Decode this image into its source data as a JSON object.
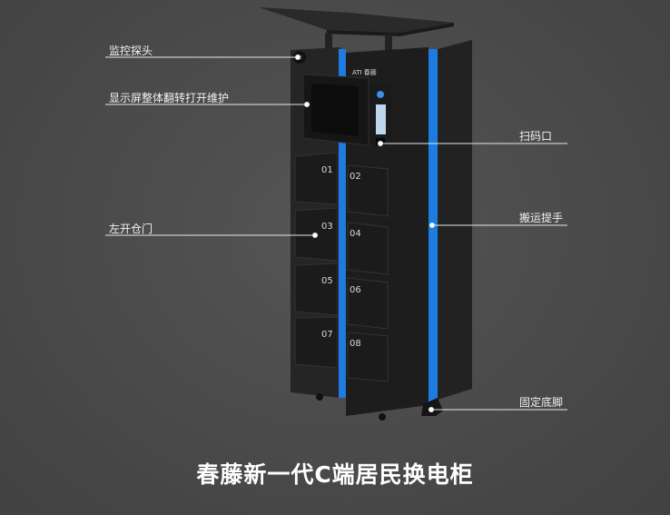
{
  "callouts": {
    "camera": "监控探头",
    "screen": "显示屏整体翻转打开维护",
    "left_door": "左开仓门",
    "scanner": "扫码口",
    "handle": "搬运提手",
    "foot": "固定底脚"
  },
  "doors": [
    "01",
    "02",
    "03",
    "04",
    "05",
    "06",
    "07",
    "08"
  ],
  "title": "春藤新一代C端居民换电柜",
  "colors": {
    "accent_blue": "#1e7be0",
    "cabinet": "#1e1e1f",
    "background": "#4b4b4b"
  }
}
